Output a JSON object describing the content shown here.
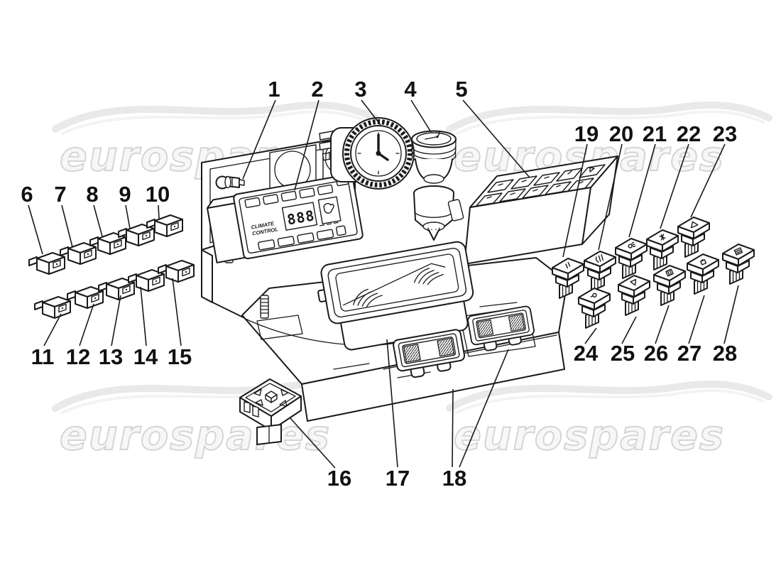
{
  "image": {
    "type": "car-parts-exploded-diagram",
    "subject": "dashboard instruments and switches",
    "background": "#ffffff"
  },
  "colors": {
    "line": "#1a1a1a",
    "label": "#111111",
    "watermark_fill": "#f7f7f7",
    "watermark_stroke": "#d5d5d5",
    "swoosh": "#e9e9e9"
  },
  "watermark": {
    "text": "eurospares"
  },
  "callouts": [
    "1",
    "2",
    "3",
    "4",
    "5",
    "6",
    "7",
    "8",
    "9",
    "10",
    "11",
    "12",
    "13",
    "14",
    "15",
    "16",
    "17",
    "18",
    "19",
    "20",
    "21",
    "22",
    "23",
    "24",
    "25",
    "26",
    "27",
    "28"
  ],
  "climate_control": {
    "label_line1": "CLIMATE",
    "label_line2": "CONTROL",
    "display": "888"
  }
}
